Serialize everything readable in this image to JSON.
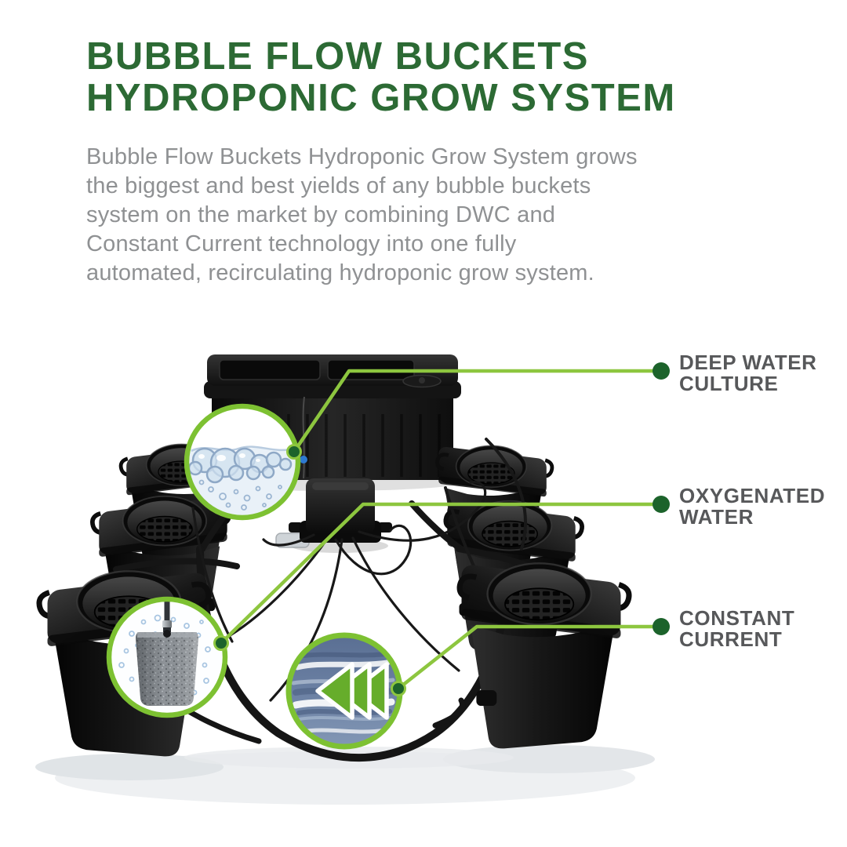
{
  "header": {
    "title_line1": "BUBBLE FLOW BUCKETS",
    "title_line2": "HYDROPONIC GROW SYSTEM",
    "description_lines": [
      "Bubble Flow Buckets Hydroponic Grow System grows",
      "the biggest and best yields of any bubble buckets",
      "system on the market by combining DWC and",
      "Constant Current technology into one fully",
      "automated, recirculating hydroponic grow system."
    ]
  },
  "callouts": [
    {
      "id": "deep-water-culture",
      "line1": "DEEP WATER",
      "line2": "CULTURE"
    },
    {
      "id": "oxygenated-water",
      "line1": "OXYGENATED",
      "line2": "WATER"
    },
    {
      "id": "constant-current",
      "line1": "CONSTANT",
      "line2": "CURRENT"
    }
  ],
  "diagram": {
    "insets": [
      {
        "icon": "water-bubbles-inset",
        "depicts": "oxygenated water bubbles"
      },
      {
        "icon": "air-stone-inset",
        "depicts": "air stone emitting bubbles"
      },
      {
        "icon": "water-flow-arrows-inset",
        "depicts": "recirculating constant current flow"
      }
    ],
    "components": [
      "reservoir",
      "air-pump",
      "six-grow-buckets",
      "tubing-loop"
    ]
  },
  "colors": {
    "heading_green": "#2c6a34",
    "accent_line_green": "#8dc63f",
    "accent_dot_green": "#1c632b",
    "inset_ring_green": "#7dc132",
    "flow_arrow_green": "#66ad2b",
    "label_gray": "#57585a",
    "body_text_gray": "#8f9193"
  }
}
